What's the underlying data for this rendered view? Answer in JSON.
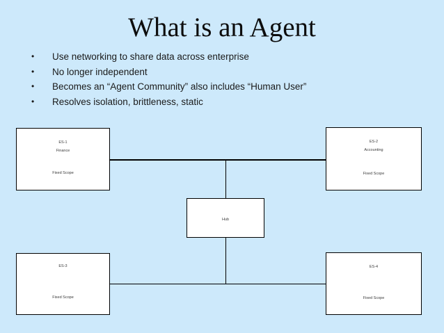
{
  "slide": {
    "title": "What is an Agent",
    "bullet_char": "•",
    "bullets": [
      "Use networking to share data across enterprise",
      "No longer independent",
      "Becomes an “Agent Community” also includes “Human User”",
      "Resolves isolation, brittleness, static"
    ],
    "diagram": {
      "nodes": [
        {
          "id": "es1",
          "lines": [
            "ES-1",
            "Finance"
          ],
          "footer": "Fixed Scope"
        },
        {
          "id": "es2",
          "lines": [
            "ES-2",
            "Accounting"
          ],
          "footer": "Fixed Scope"
        },
        {
          "id": "hub",
          "lines": [
            "Hub"
          ],
          "footer": ""
        },
        {
          "id": "es3",
          "lines": [
            "ES-3"
          ],
          "footer": "Fixed Scope"
        },
        {
          "id": "es4",
          "lines": [
            "ES-4"
          ],
          "footer": "Fixed Scope"
        }
      ],
      "edges": [
        {
          "from": "es1",
          "to": "es2",
          "via": "upper-bus"
        },
        {
          "from": "upper-bus",
          "to": "hub"
        },
        {
          "from": "hub",
          "to": "lower-bus"
        },
        {
          "from": "es3",
          "to": "es4",
          "via": "lower-bus"
        }
      ]
    },
    "colors": {
      "background": "#cde9fb",
      "node_fill": "#ffffff",
      "node_border": "#000000",
      "connector": "#000000",
      "title_text": "#0d0d0d",
      "body_text": "#1a1a1a",
      "node_text": "#3a3a3a"
    }
  }
}
